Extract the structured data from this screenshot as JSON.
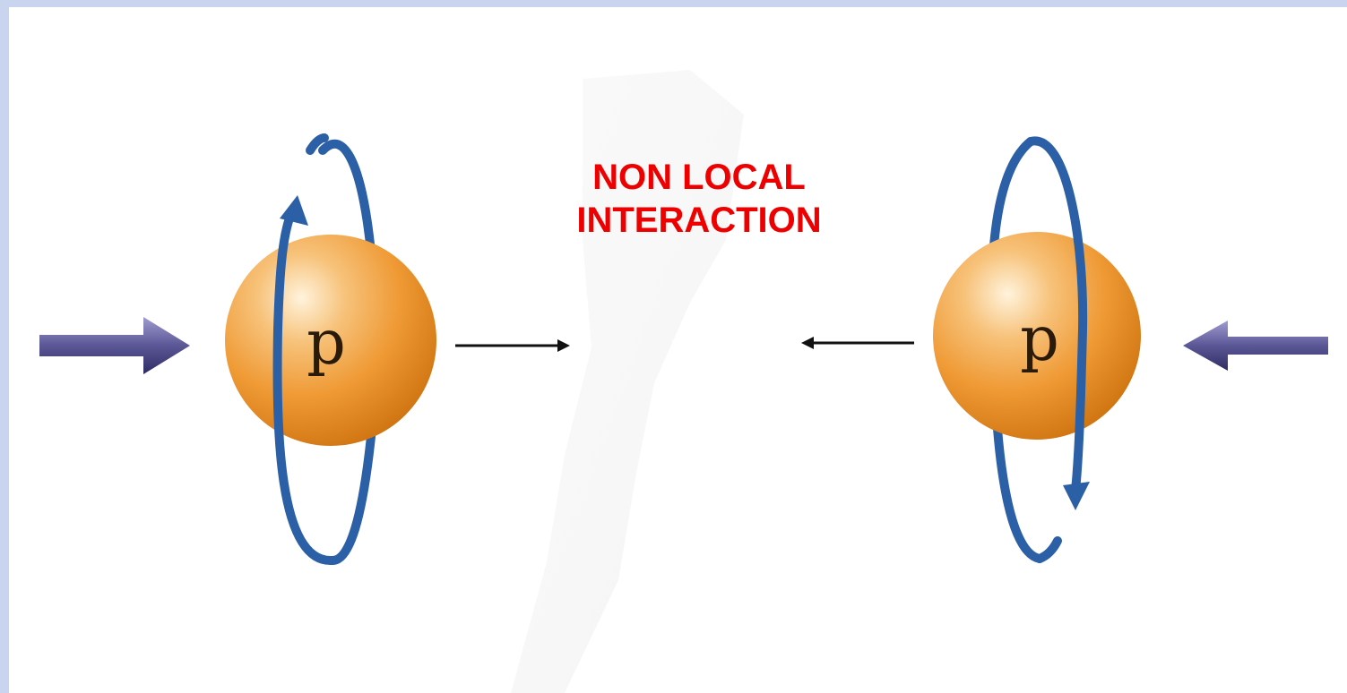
{
  "diagram": {
    "title_lines": [
      "NON LOCAL",
      "INTERACTION"
    ],
    "particles": [
      {
        "label": "p",
        "spin": "up"
      },
      {
        "label": "p",
        "spin": "down"
      }
    ],
    "colors": {
      "title": "#ee0000",
      "particle": "#f0a040",
      "spin_loop": "#2b5fa6",
      "incoming_arrow": "#5b5796",
      "background_frame": "#c9d5ee"
    },
    "icons": [
      "incoming-arrow-icon",
      "spin-loop-icon",
      "motion-arrow-icon"
    ]
  }
}
